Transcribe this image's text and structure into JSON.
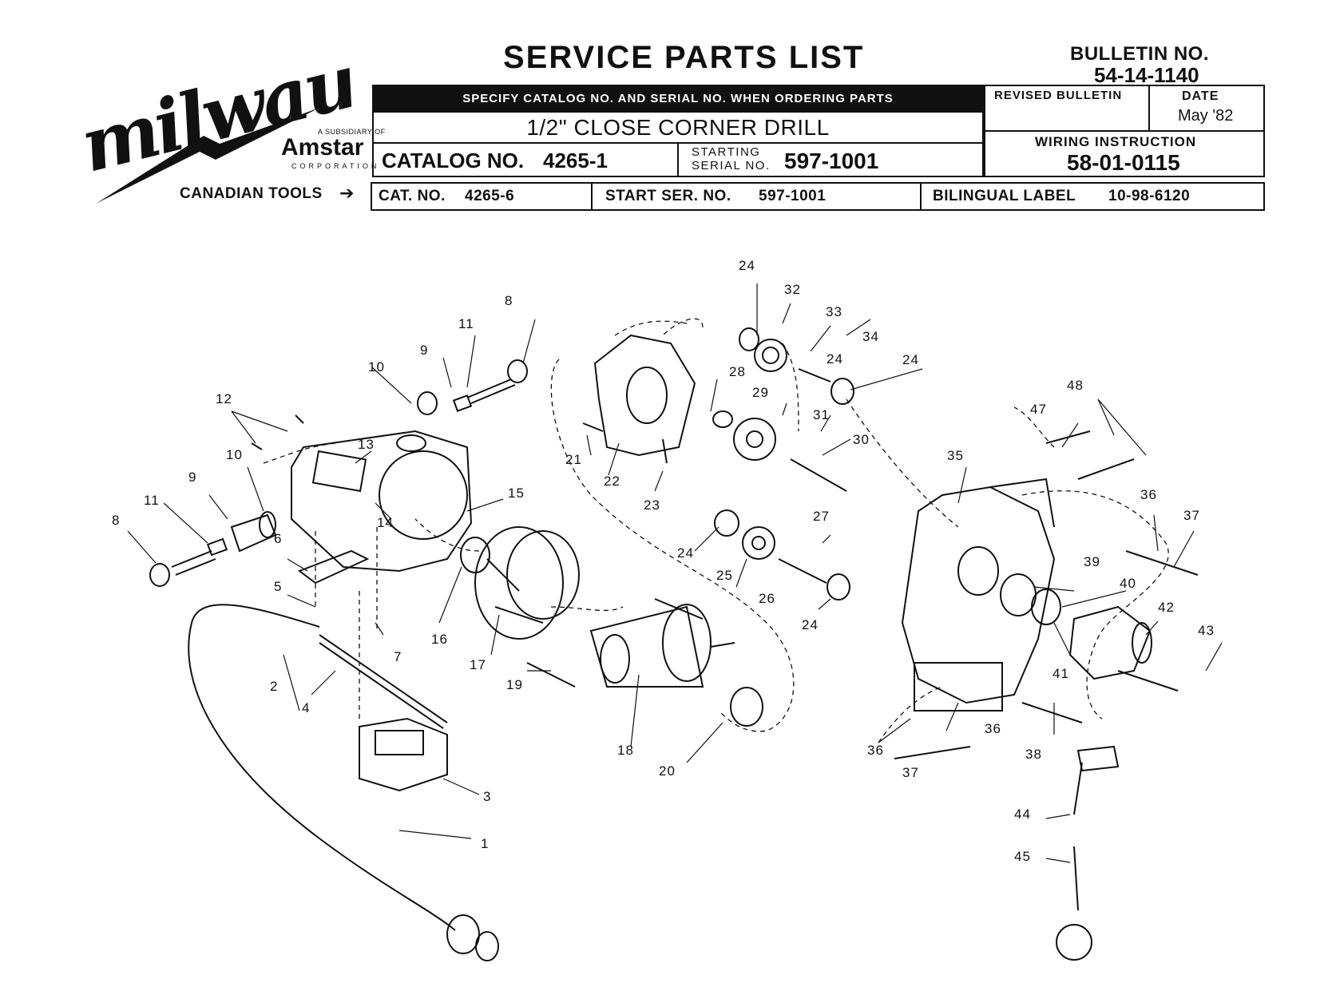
{
  "header": {
    "brand": "milwaukee",
    "subsidiary_note": "A SUBSIDIARY OF",
    "parent_brand": "Amstar",
    "parent_suffix": "CORPORATION",
    "canadian_tools": "CANADIAN TOOLS",
    "title": "SERVICE PARTS LIST",
    "bulletin_label": "BULLETIN NO.",
    "bulletin_no": "54-14-1140",
    "ordering_note": "SPECIFY CATALOG NO. AND SERIAL NO. WHEN ORDERING PARTS",
    "product_name": "1/2\" CLOSE CORNER DRILL",
    "catalog_label": "CATALOG NO.",
    "catalog_no": "4265-1",
    "starting_serial_label_1": "STARTING",
    "starting_serial_label_2": "SERIAL NO.",
    "starting_serial_no": "597-1001",
    "revised_bulletin_label": "REVISED BULLETIN",
    "date_label": "DATE",
    "date_value": "May '82",
    "wiring_label": "WIRING INSTRUCTION",
    "wiring_no": "58-01-0115",
    "canadian_row": {
      "cat_label": "CAT. NO.",
      "cat_no": "4265-6",
      "start_ser_label": "START SER. NO.",
      "start_ser_no": "597-1001",
      "bilingual_label": "BILINGUAL LABEL",
      "bilingual_no": "10-98-6120"
    }
  },
  "diagram": {
    "part_numbers": [
      "1",
      "2",
      "3",
      "4",
      "5",
      "6",
      "7",
      "8",
      "8",
      "9",
      "9",
      "10",
      "10",
      "11",
      "11",
      "12",
      "13",
      "14",
      "15",
      "16",
      "17",
      "18",
      "19",
      "20",
      "21",
      "22",
      "23",
      "24",
      "24",
      "24",
      "24",
      "24",
      "25",
      "26",
      "27",
      "28",
      "29",
      "30",
      "31",
      "32",
      "33",
      "34",
      "35",
      "36",
      "36",
      "36",
      "37",
      "37",
      "38",
      "39",
      "40",
      "41",
      "42",
      "43",
      "44",
      "45",
      "47",
      "48"
    ]
  },
  "colors": {
    "ink": "#111111",
    "paper": "#ffffff"
  }
}
